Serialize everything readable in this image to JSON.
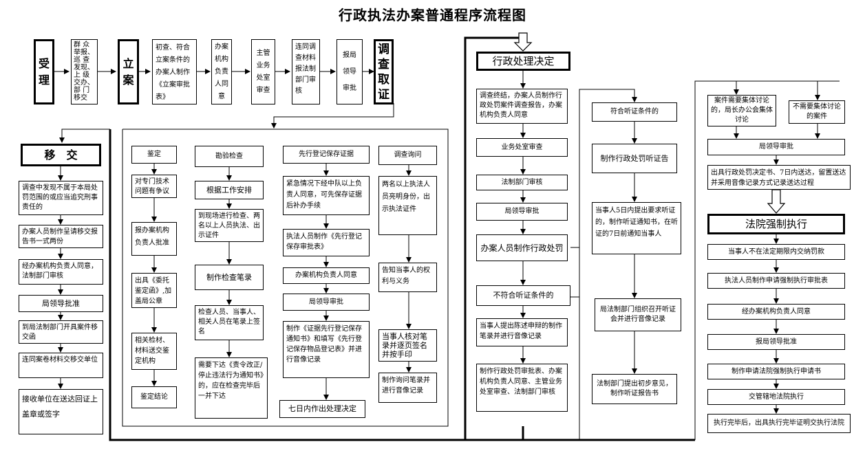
{
  "title": "行政执法办案普通程序流程图",
  "top": {
    "shouli": "受\n理",
    "sources": "群 众\n举报、\n巡 查\n发现、\n上 级\n交办、\n部 门\n移交",
    "lian": "立\n案",
    "lian_step1": "初查、符合立案条件的办案人制作《立案审批表》",
    "lian_step2": "办案机构负责人同意",
    "lian_step3": "主管业务处室审查",
    "lian_step4": "连同调查材料报法制部门审核",
    "lian_step5": "报局 领导审批",
    "investigate": "调查取证"
  },
  "transfer": {
    "title": "移　交",
    "steps": [
      "调查中发现不属于本局处罚范围的或应当追究刑事责任的",
      "办案人员制作呈请移交报告书一式两份",
      "经办案机构负责人同意，法制部门审核",
      "局领导批准",
      "到局法制部门开具案件移交函",
      "连同案卷材料交移交单位",
      "接收单位在送达回证上盖章或签字"
    ]
  },
  "investigation": {
    "jianding": {
      "title": "鉴定",
      "steps": [
        "对专门技术问题有争议",
        "报办案机构负责人批准",
        "出具《委托鉴定函》,加盖局公章",
        "相关检材、材料送交鉴定机构",
        "鉴定结论"
      ]
    },
    "kanyan": {
      "title": "勘验检查",
      "steps": [
        "根据工作安排",
        "到现场进行检查、两名以上人员执法、出示证件",
        "制作检查笔录",
        "检查人员、当事人、相关人员在笔录上签名",
        "需要下达《责令改正/停止违法行为通知书》的，应在检查完毕后一并下达"
      ]
    },
    "baocun": {
      "title": "先行登记保存证据",
      "steps": [
        "紧急情况下经中队以上负责人同意，可先保存证据后补办手续",
        "执法人员制作《先行登记保存审批表》",
        "办案机构负责人同意",
        "局领导审批",
        "制作《证据先行登记保存通知书》和填写《先行登记保存物品登记表》并进行音像记录",
        "七日内作出处理决定"
      ]
    },
    "xunwen": {
      "title": "调查询问",
      "steps": [
        "两名以上执法人员亮明身份，出示执法证件",
        "告知当事人的权利与义务",
        "当事人核对笔录并逐页签名并按手印",
        "制作询问笔录并进行音像记录"
      ]
    }
  },
  "decision": {
    "title": "行政处理决定",
    "steps": [
      "调查终结，办案人员制作行政处罚案件调查报告，办案机构负责人同意",
      "业务处室审查",
      "法制部门审核",
      "局领导审批",
      "办案人员制作行政处罚",
      "不符合听证条件的",
      "当事人提出陈述申辩的制作笔录并进行音像记录",
      "制作行政处罚审批表、办案机构负责人同意、主管业务处室审查、法制部门审核"
    ]
  },
  "hearing": {
    "steps": [
      "符合听证条件的",
      "制作行政处罚听证告",
      "当事人5日内提出要求听证的，制作听证通知书，在听证的7日前通知当事人",
      "局法制部门组织召开听证会并进行音像记录",
      "法制部门提出初步意见，制作听证报告书"
    ]
  },
  "execution": {
    "collective": "案件需要集体讨论的，局长办公会集体讨论",
    "non_collective": "不需要集体讨论的案件",
    "leader": "局领导审批",
    "issue": "出具行政处罚决定书、7日内送达，留置送达并采用音像记录方式记录送达过程",
    "court_title": "法院强制执行",
    "steps": [
      "当事人不在法定期限内交纳罚款",
      "执法人员制作申请强制执行审批表",
      "经办案机构负责人同意",
      "报局领导批准",
      "制作申请法院强制执行申请书",
      "交管辖地法院执行",
      "执行完毕后，出具执行完毕证明交执行法院"
    ]
  }
}
